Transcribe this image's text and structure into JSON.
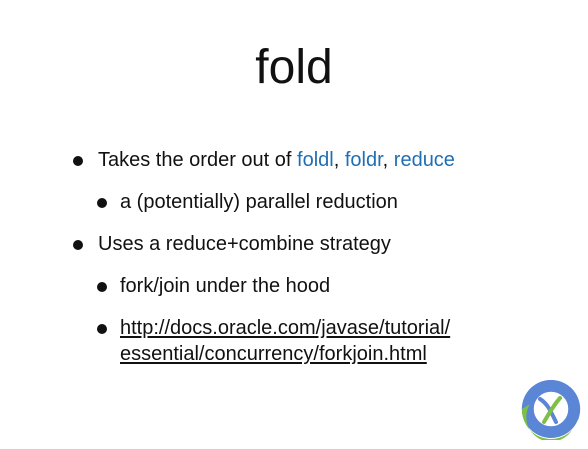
{
  "slide": {
    "title": "fold",
    "bullets": [
      {
        "prefix": "Takes the order out of ",
        "kw1": "foldl",
        "sep1": ", ",
        "kw2": "foldr",
        "sep2": ", ",
        "kw3": "reduce"
      },
      {
        "text": "a (potentially) parallel reduction"
      },
      {
        "text": "Uses a reduce+combine strategy"
      },
      {
        "text": "fork/join under the hood"
      },
      {
        "link_line1": "http://docs.oracle.com/javase/tutorial/",
        "link_line2": "essential/concurrency/forkjoin.html"
      }
    ]
  },
  "colors": {
    "keyword": "#1f6fb4",
    "text": "#111111",
    "logo_blue": "#5b86d6",
    "logo_green": "#7cc143"
  },
  "icons": {
    "logo": "clojure-logo"
  }
}
